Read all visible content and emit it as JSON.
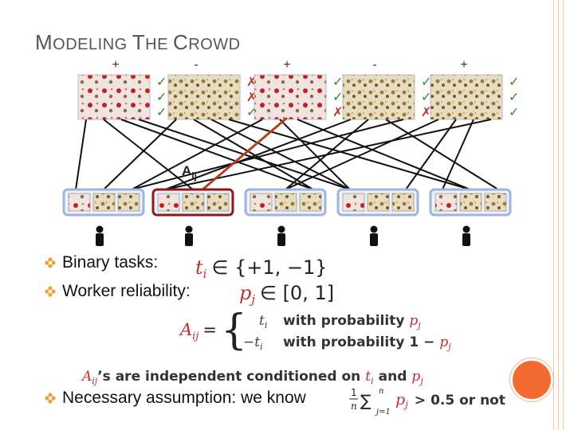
{
  "slide": {
    "title_cap1": "M",
    "title_rest1": "ODELING ",
    "title_cap2": "T",
    "title_rest2": "HE ",
    "title_cap3": "C",
    "title_rest3": "ROWD"
  },
  "colors": {
    "accent": "#f46a30",
    "red": "#c03030",
    "worker_border": "#9fb4dc",
    "highlight": "#8b1a1a"
  },
  "tasks": [
    {
      "label": "+",
      "marks": [
        "check",
        "check",
        "check"
      ]
    },
    {
      "label": "-",
      "marks": [
        "cross",
        "cross",
        "check"
      ]
    },
    {
      "label": "+",
      "marks": [
        "check",
        "check",
        "cross"
      ]
    },
    {
      "label": "-",
      "marks": [
        "check",
        "check",
        "cross"
      ]
    },
    {
      "label": "+",
      "marks": [
        "check",
        "check",
        "check"
      ]
    }
  ],
  "edge_label": {
    "main": "A",
    "sub": "ij"
  },
  "bullets": {
    "b1": "Binary tasks:",
    "b2": "Worker reliability:",
    "b3": "Necessary assumption: we know"
  },
  "formulas": {
    "t_set": "∈ {+1, −1}",
    "p_set": "∈ [0, 1]",
    "A_def_lhs": "=",
    "case1_val": "t",
    "case1_text": "with probability",
    "case2_val": "−t",
    "case2_text": "with probability 1 −",
    "indep_text": "’s are independent conditioned on",
    "indep_and": "and",
    "cond_text": "> 0.5 or not"
  }
}
